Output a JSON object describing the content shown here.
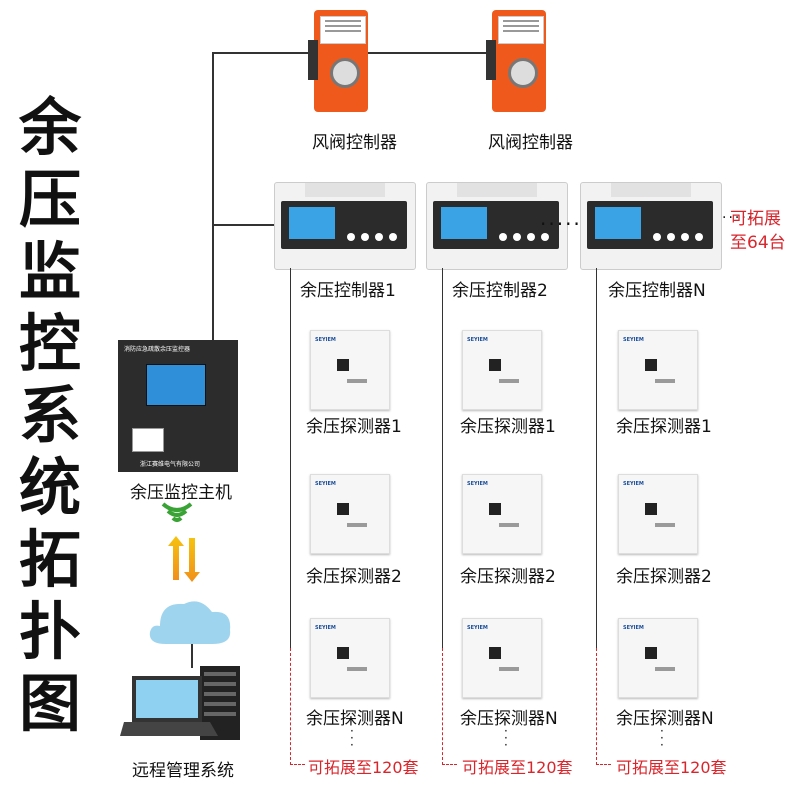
{
  "title_chars": [
    "余",
    "压",
    "监",
    "控",
    "系",
    "统",
    "拓",
    "扑",
    "图"
  ],
  "labels": {
    "damper1": "风阀控制器",
    "damper2": "风阀控制器",
    "ctrl1": "余压控制器1",
    "ctrl2": "余压控制器2",
    "ctrlN": "余压控制器N",
    "host": "余压监控主机",
    "remote": "远程管理系统",
    "expand_ctrl_1": "可拓展",
    "expand_ctrl_2": "至64台",
    "expand_col": "可拓展至120套",
    "col1_det1": "余压探测器1",
    "col1_det2": "余压探测器2",
    "col1_detN": "余压探测器N",
    "col2_det1": "余压探测器1",
    "col2_det2": "余压探测器2",
    "col2_detN": "余压探测器N",
    "col3_det1": "余压探测器1",
    "col3_det2": "余压探测器2",
    "col3_detN": "余压探测器N"
  },
  "device_text": {
    "brand": "SEYIEM",
    "host_header": "消防应急疏散余压监控器",
    "host_footer": "浙江赛维电气有限公司"
  },
  "colors": {
    "accent_red": "#d9262c",
    "damper_orange": "#ef5a1c",
    "lcd_blue": "#3aa3e6"
  }
}
